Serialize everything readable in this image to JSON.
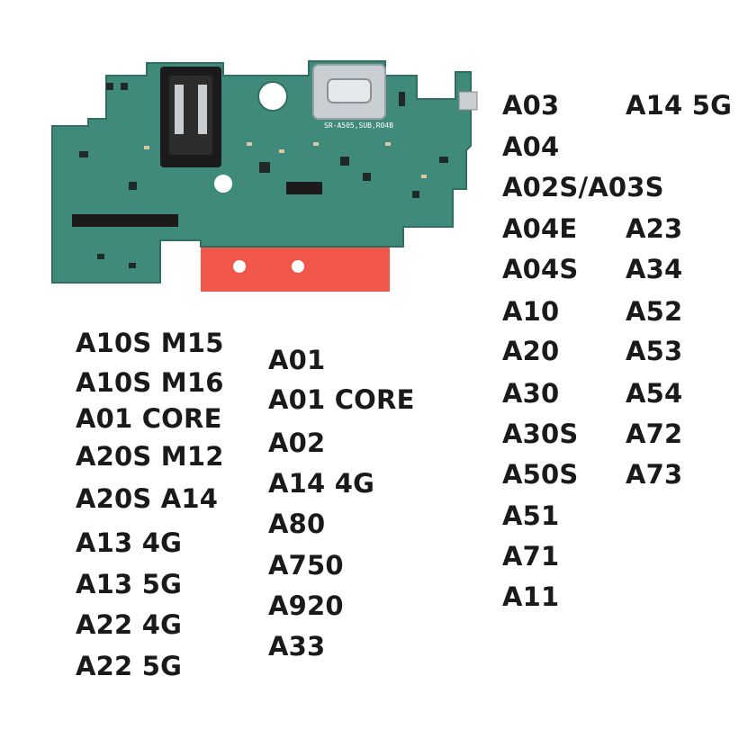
{
  "model_lists": {
    "left_column": [
      "A10S M15",
      "A10S M16",
      "A01 CORE",
      "A20S M12",
      "A20S A14",
      "A13 4G",
      "A13 5G",
      "A22 4G",
      "A22 5G"
    ],
    "middle_column": [
      "A01",
      "A01 CORE",
      "A02",
      "A14 4G",
      "A80",
      "A750",
      "A920",
      "A33"
    ],
    "right_column_a": [
      "A03",
      "A04",
      "A02S/A03S",
      "A04E",
      "A04S",
      "A10",
      "A20",
      "A30",
      "A30S",
      "A50S",
      "A51",
      "A71",
      "A11"
    ],
    "right_column_b": [
      "A14 5G",
      "A23",
      "A34",
      "A52",
      "A53",
      "A54",
      "A72",
      "A73"
    ]
  },
  "board": {
    "silkscreen_label": "SR-A505,SUB,R04B",
    "colors": {
      "pcb": "#3f8a7a",
      "pcb_dark": "#2e6f62",
      "flex": "#f0574a",
      "connector": "#1b1b1b",
      "metal": "#c9ced3"
    }
  }
}
